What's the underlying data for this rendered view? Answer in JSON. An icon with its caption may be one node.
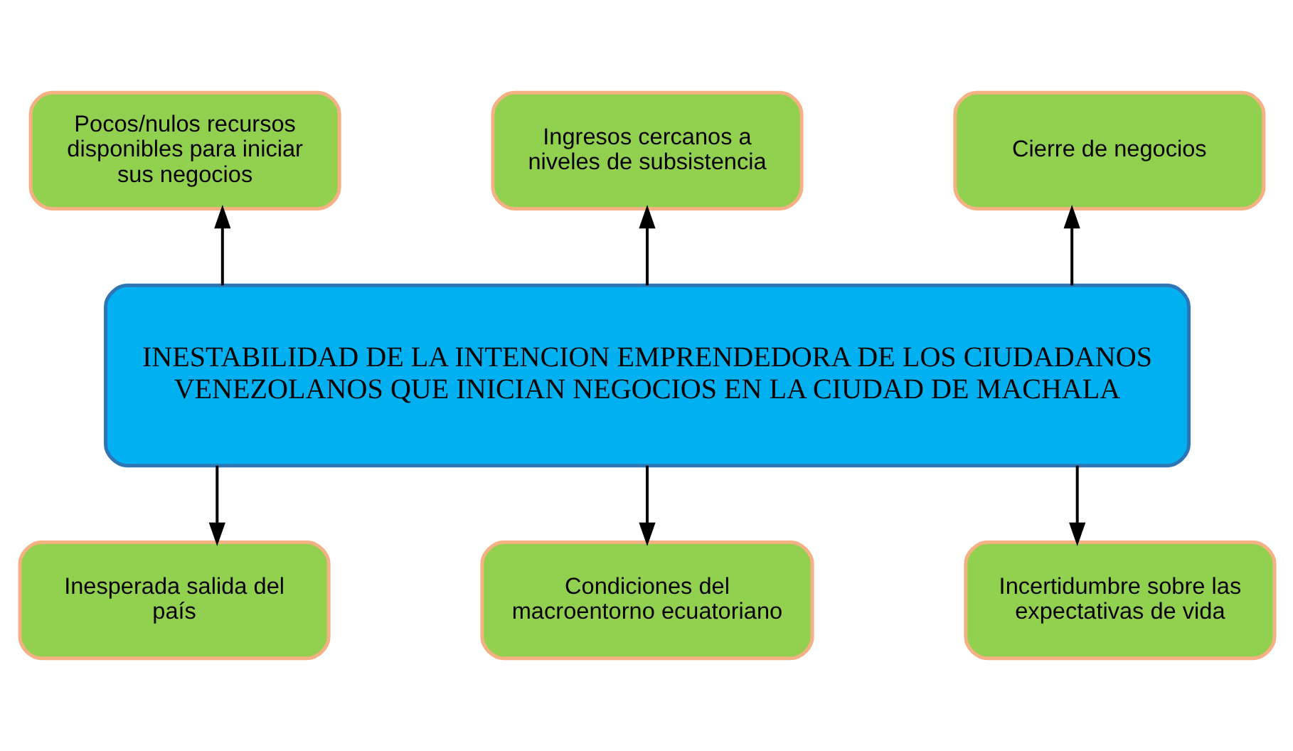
{
  "diagram": {
    "nodes": [
      {
        "text": [
          "Pocos/nulos recursos disponibles para iniciar sus negocios"
        ]
      },
      {
        "text": [
          "Ingresos cercanos a niveles de subsistencia"
        ]
      },
      {
        "text": [
          "Cierre de negocios"
        ]
      },
      {
        "text": [
          "INESTABILIDAD DE LA INTENCION EMPRENDEDORA DE LOS CIUDADANOS VENEZOLANOS QUE INICIAN NEGOCIOS EN LA CIUDAD DE MACHALA"
        ]
      },
      {
        "text": [
          "Inesperada salida del país"
        ]
      },
      {
        "text": [
          "Condiciones del macroentorno ecuatoriano"
        ]
      },
      {
        "text": [
          "Incertidumbre sobre las expectativas de vida"
        ]
      }
    ],
    "edges": [
      {
        "from": 3,
        "to": 0,
        "arrow": "to"
      },
      {
        "from": 3,
        "to": 1,
        "arrow": "to"
      },
      {
        "from": 3,
        "to": 2,
        "arrow": "to"
      },
      {
        "from": 3,
        "to": 4,
        "arrow": "to"
      },
      {
        "from": 3,
        "to": 5,
        "arrow": "to"
      },
      {
        "from": 3,
        "to": 6,
        "arrow": "to"
      }
    ]
  }
}
